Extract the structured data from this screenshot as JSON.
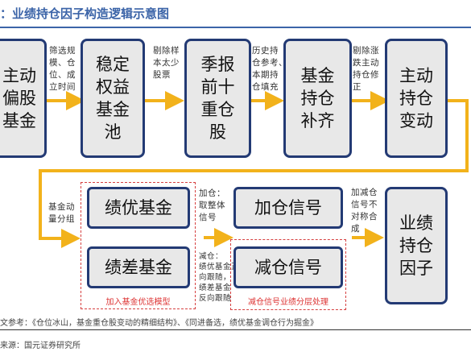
{
  "title": "：业绩持仓因子构造逻辑示意图",
  "boxes": {
    "active_fund": "主动\n偏股\n基金",
    "stable_pool": "稳定\n权益\n基金\n池",
    "top10": "季报\n前十\n重仓\n股",
    "fund_holdings": "基金\n持仓\n补齐",
    "holding_change": "主动\n持仓\n变动",
    "good_fund": "绩优基金",
    "poor_fund": "绩差基金",
    "add_signal": "加仓信号",
    "reduce_signal": "减仓信号",
    "factor": "业绩\n持仓\n因子"
  },
  "notes": {
    "filter": "筛选规\n模、仓\n位、成\n立时间",
    "remove_samples": "剔除样\n本太少\n股票",
    "history_ref": "历史持\n仓参考、\n本期持\n仓填充",
    "remove_price": "剔除涨\n跌主动\n持仓修\n正",
    "grouping": "基金动\n量分组",
    "add_note": "加仓：\n取整体\n信号",
    "reduce_note": "减仓：\n绩优基金正\n向跟随，\n绩差基金\n反向跟随",
    "combine": "加减仓\n信号不\n对称合\n成"
  },
  "group_labels": {
    "left": "加入基金优选模型",
    "right": "减仓信号业绩分层处理"
  },
  "footer": {
    "ref": "文参考：《仓位冰山，基金重仓股变动的精细结构》、《同进备选，绩优基金调仓行为掘金》",
    "source": "来源：国元证券研究所"
  },
  "colors": {
    "arrow": "#f2b21b",
    "box_border": "#233a74",
    "box_fill": "#e8e8e8",
    "dash": "#d64040",
    "title": "#3b64a8"
  }
}
